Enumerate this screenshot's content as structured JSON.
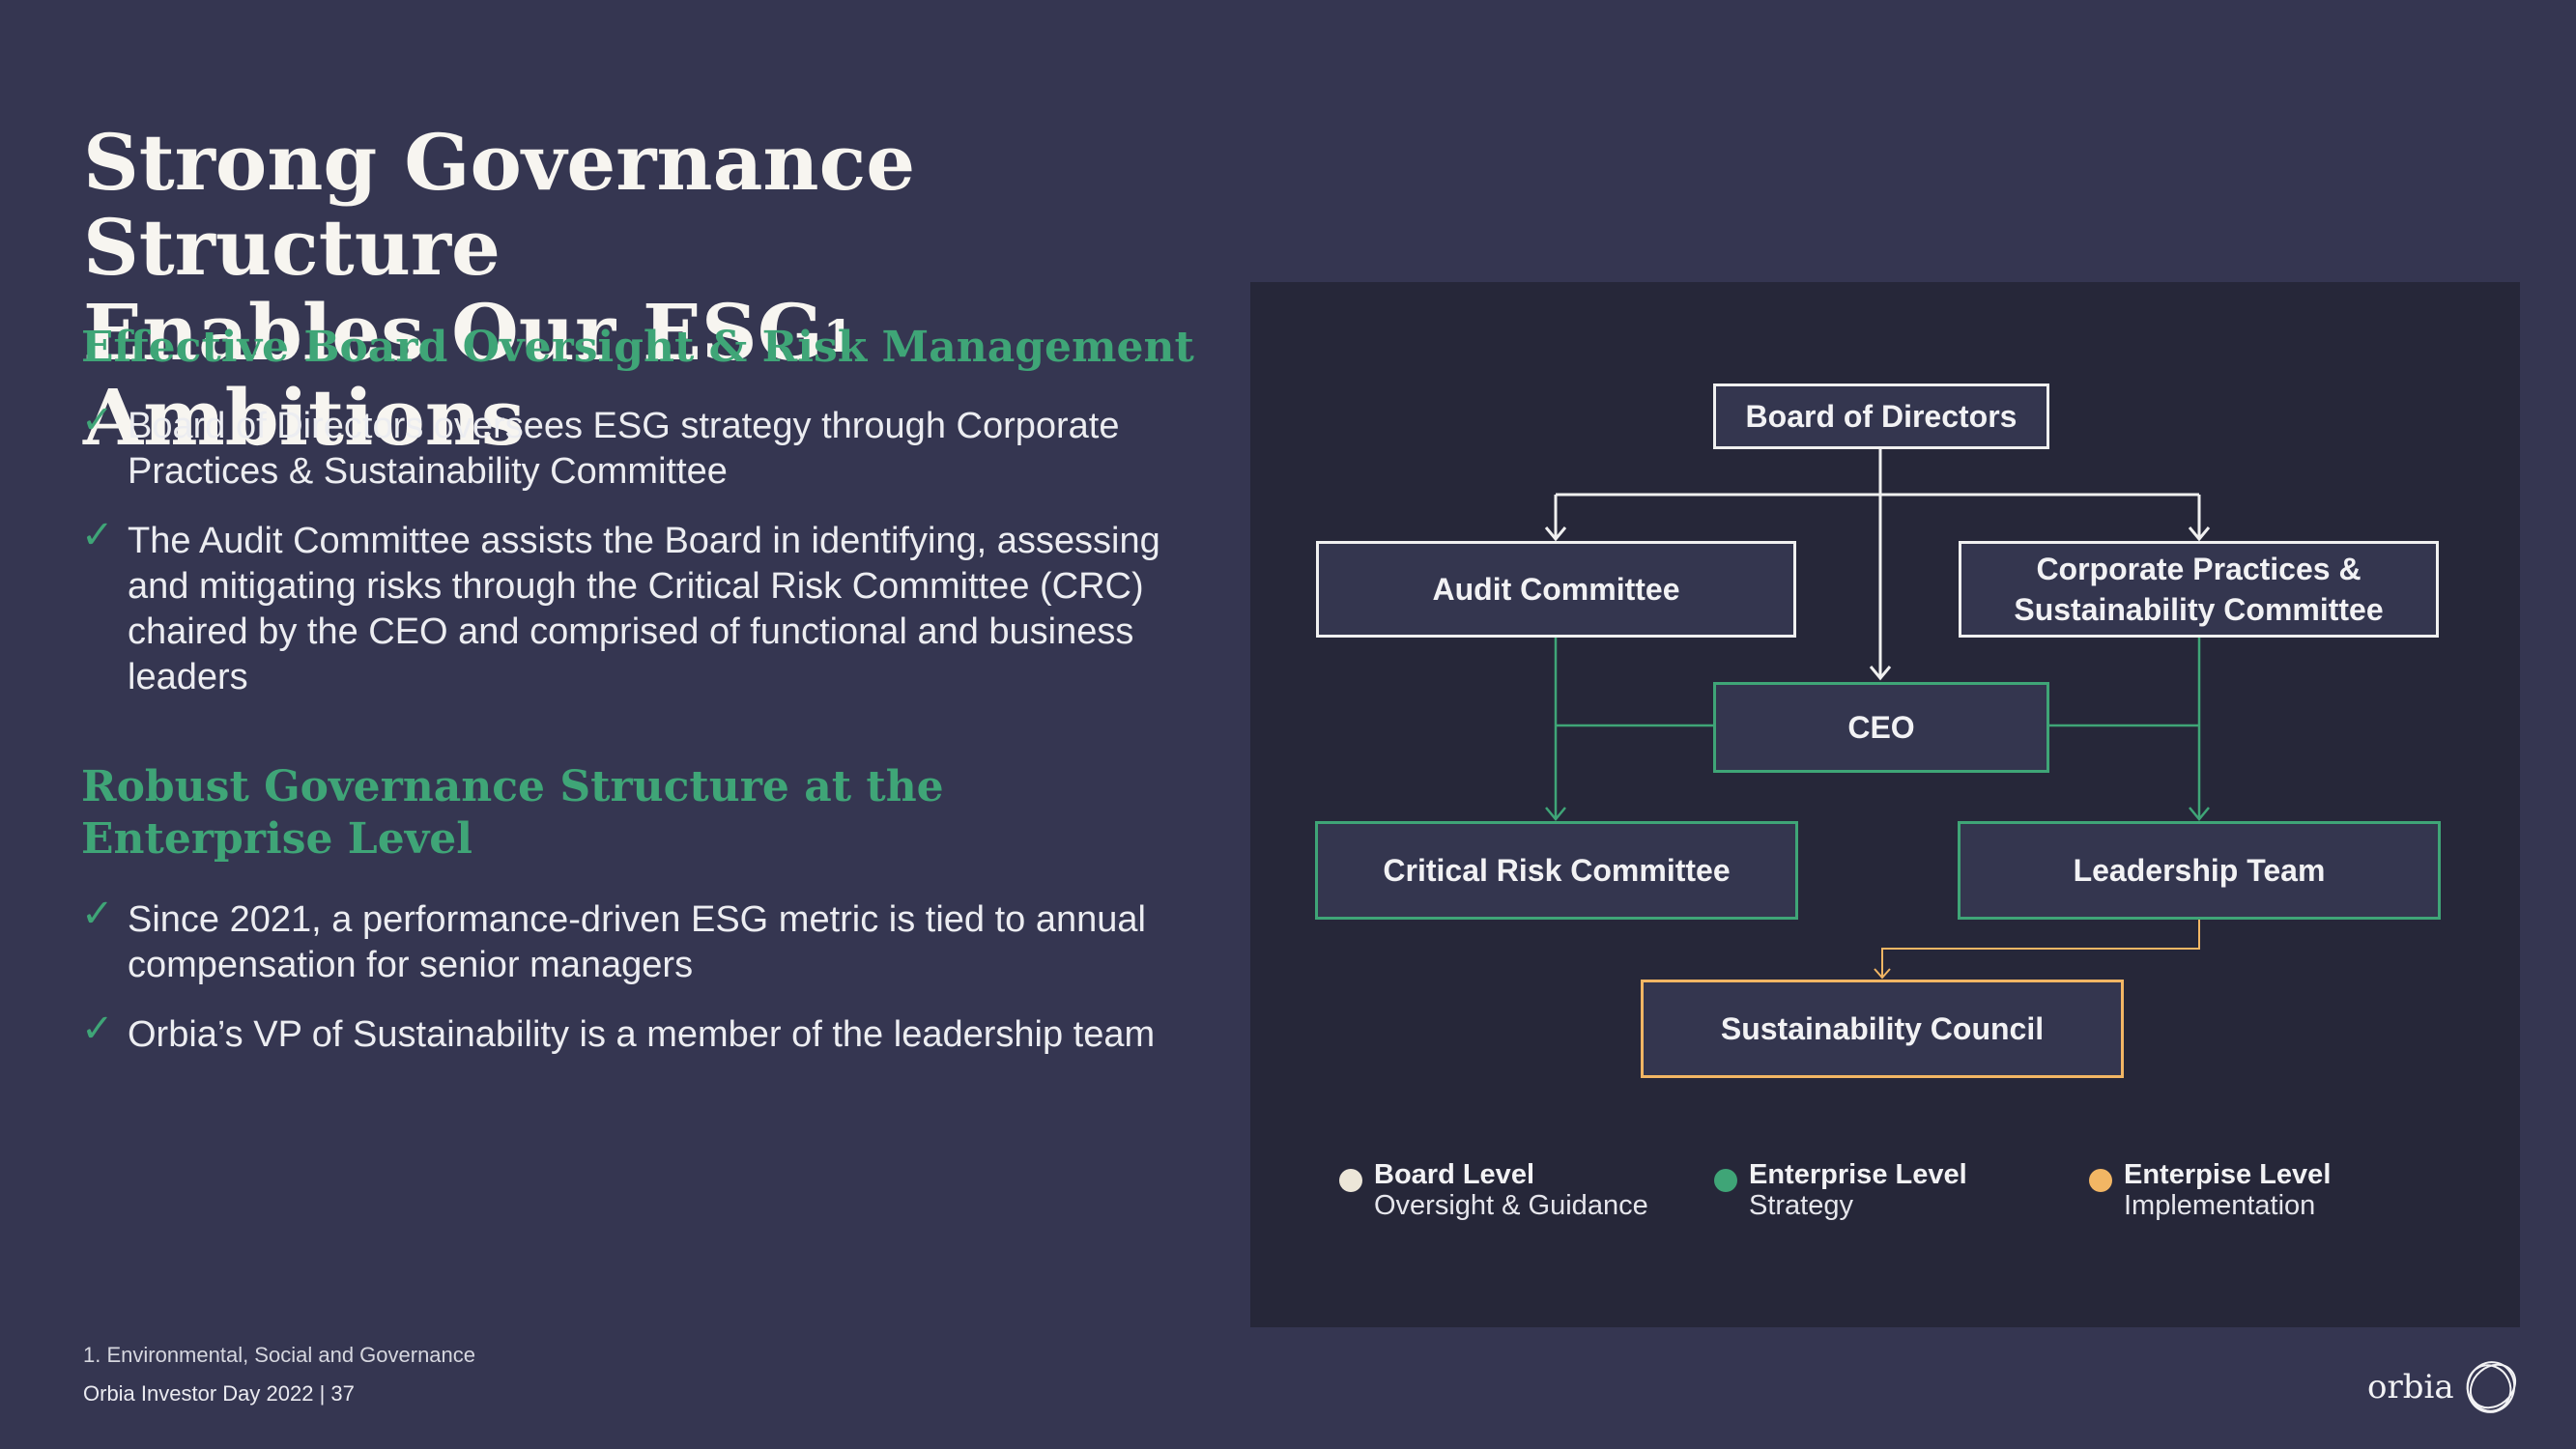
{
  "title": {
    "line1": "Strong Governance Structure",
    "line2_a": "Enables Our ESG",
    "sup": "1",
    "line2_b": " Ambitions"
  },
  "section1": {
    "heading": "Effective Board Oversight & Risk Management",
    "bullets": [
      "Board of Directors oversees ESG strategy through Corporate Practices & Sustainability Committee",
      "The Audit Committee assists the Board in identifying, assessing and mitigating risks through the Critical Risk Committee (CRC) chaired by the CEO and comprised of functional and business leaders"
    ]
  },
  "section2": {
    "heading": "Robust Governance Structure at the Enterprise Level",
    "bullets": [
      "Since 2021, a performance-driven ESG metric is tied to annual compensation for senior managers",
      "Orbia’s VP of Sustainability is a member of the leadership team"
    ]
  },
  "check_glyph": "✓",
  "diagram": {
    "board": "Board of Directors",
    "audit": "Audit Committee",
    "corporate": "Corporate Practices & Sustainability Committee",
    "ceo": "CEO",
    "critical": "Critical Risk Committee",
    "leadership": "Leadership Team",
    "council": "Sustainability Council",
    "colors": {
      "board": "#f0f0f0",
      "enterprise_strategy": "#3fa577",
      "enterprise_implementation": "#f2b664"
    }
  },
  "legend": [
    {
      "title": "Board Level",
      "subtitle": "Oversight & Guidance",
      "color": "#ece6d8"
    },
    {
      "title": "Enterprise Level",
      "subtitle": "Strategy",
      "color": "#3fa577"
    },
    {
      "title": "Enterpise Level",
      "subtitle": "Implementation",
      "color": "#f2b664"
    }
  ],
  "footnote": "1. Environmental, Social and Governance",
  "footer": "Orbia Investor Day 2022 |  37",
  "logo": {
    "text": "orbia",
    "icon": "orbia-swirl-icon"
  }
}
